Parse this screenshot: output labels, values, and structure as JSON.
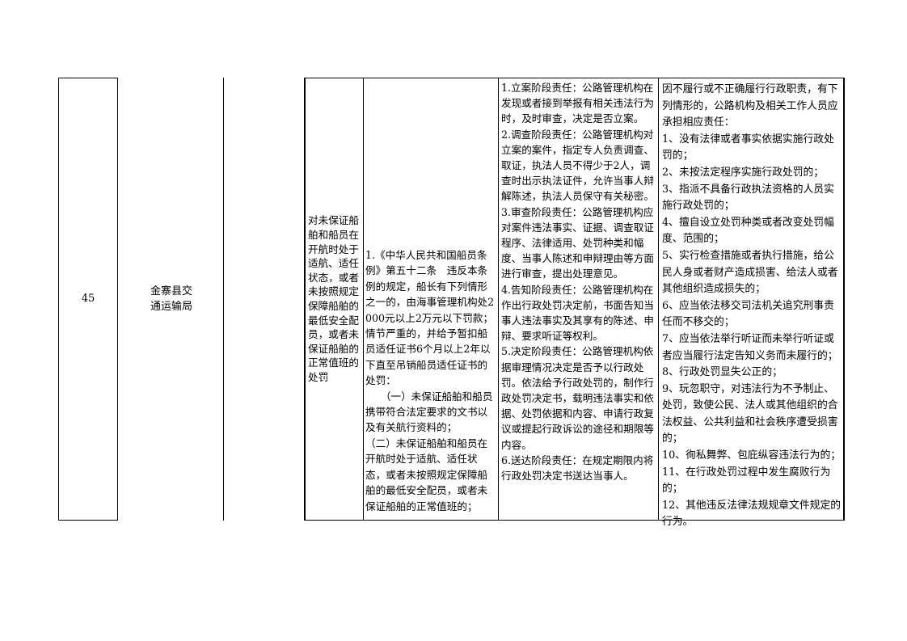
{
  "row": {
    "seq": "45",
    "department": "金寨县交通运输局",
    "item_name": "对未保证船舶和船员在开航时处于适航、适任状态，或者未按照规定保障船舶的最低安全配员，或者未保证船舶的正常值班的处罚",
    "legal_basis": "1.《中华人民共和国船员条例》第五十二条　违反本条例的规定，船长有下列情形之一的，由海事管理机构处2000元以上2万元以下罚款；情节严重的，并给予暂扣船员适任证书6个月以上2年以下直至吊销船员适任证书的处罚：\n　　（一）未保证船舶和船员携带符合法定要求的文书以及有关航行资料的；\n（二）未保证船舶和船员在开航时处于适航、适任状态，或者未按照规定保障船舶的最低安全配员，或者未保证船舶的正常值班的；",
    "responsibility": "1.立案阶段责任：公路管理机构在发现或者接到举报有相关违法行为时，及时审查，决定是否立案。\n2.调查阶段责任：公路管理机构对立案的案件，指定专人负责调查、取证，执法人员不得少于2人，调查时出示执法证件，允许当事人辩解陈述，执法人员保守有关秘密。\n3.审查阶段责任：公路管理机构应对案件违法事实、证据、调查取证程序、法律适用、处罚种类和幅度、当事人陈述和申辩理由等方面进行审查，提出处理意见。\n4.告知阶段责任：公路管理机构在作出行政处罚决定前，书面告知当事人违法事实及其享有的陈述、申辩、要求听证等权利。\n5.决定阶段责任：公路管理机构依据审理情况决定是否予以行政处罚。依法给予行政处罚的，制作行政处罚决定书，载明违法事实和依据、处罚依据和内容、申请行政复议或提起行政诉讼的途径和期限等内容。\n6.送达阶段责任：在规定期限内将行政处罚决定书送达当事人。",
    "accountability": "因不履行或不正确履行行政职责，有下列情形的，公路机构及相关工作人员应承担相应责任：\n1、没有法律或者事实依据实施行政处罚的；\n2、未按法定程序实施行政处罚的；\n3、指派不具备行政执法资格的人员实施行政处罚的；\n4、擅自设立处罚种类或者改变处罚幅度、范围的；\n5、实行检查措施或者执行措施，给公民人身或者财产造成损害、给法人或者其他组织造成损失的；\n6、应当依法移交司法机关追究刑事责任而不移交的；\n7、应当依法举行听证而未举行听证或者应当履行法定告知义务而未履行的；\n8、行政处罚显失公正的；\n9、玩忽职守，对违法行为不予制止、处罚，致使公民、法人或其他组织的合法权益、公共利益和社会秩序遭受损害的；\n10、徇私舞弊、包庇纵容违法行为的；\n11、在行政处罚过程中发生腐败行为的；\n12、其他违反法律法规规章文件规定的行为。"
  }
}
